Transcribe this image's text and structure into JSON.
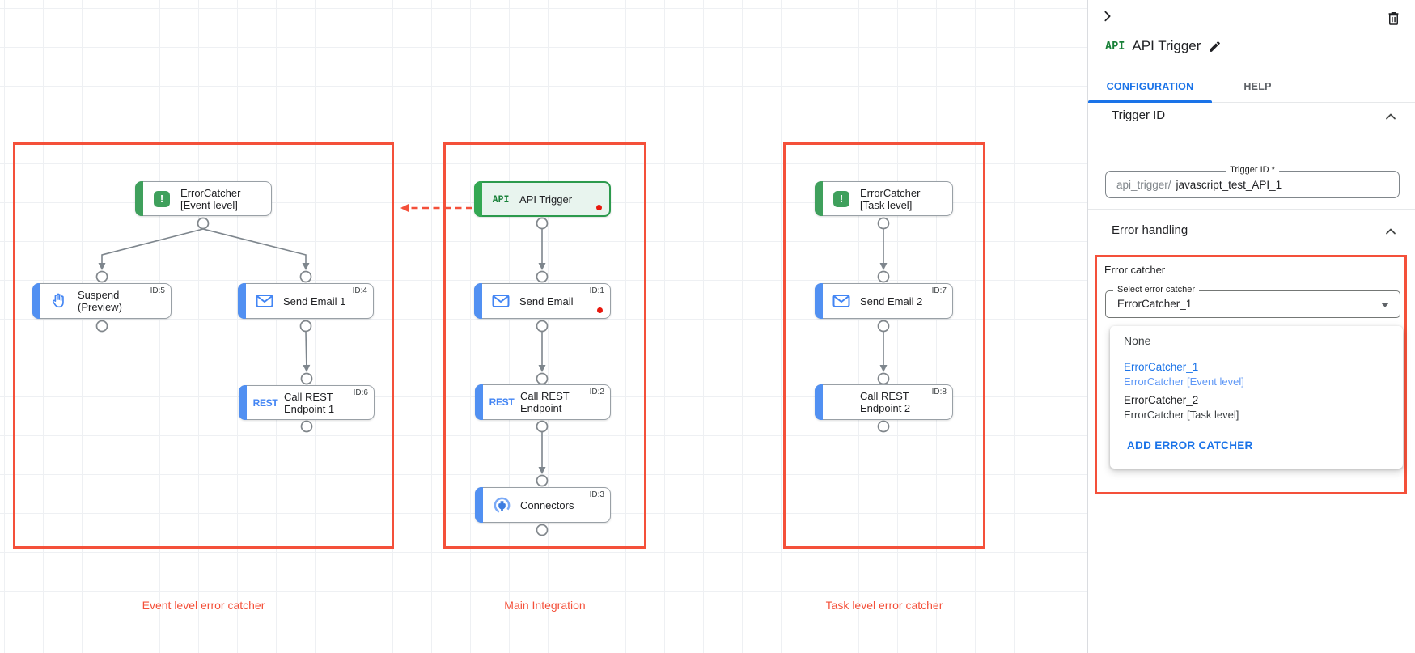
{
  "colors": {
    "accent_blue": "#4285f4",
    "green": "#34a853",
    "api_green": "#188038",
    "link_blue": "#1a73e8",
    "highlight_red": "#f4503a",
    "alert_dot_red": "#e8170d"
  },
  "canvas": {
    "regions": [
      {
        "label": "Event level error catcher"
      },
      {
        "label": "Main Integration"
      },
      {
        "label": "Task level error catcher"
      }
    ],
    "nodes": [
      {
        "label": "ErrorCatcher\n[Event level]",
        "icon_text": "!"
      },
      {
        "label": "Suspend\n(Preview)",
        "badge": "ID:5"
      },
      {
        "label": "Send Email 1",
        "badge": "ID:4"
      },
      {
        "label": "Call REST\nEndpoint 1",
        "badge": "ID:6",
        "icon_text": "REST"
      },
      {
        "label": "API Trigger",
        "icon_text": "API"
      },
      {
        "label": "Send Email",
        "badge": "ID:1"
      },
      {
        "label": "Call REST\nEndpoint",
        "badge": "ID:2",
        "icon_text": "REST"
      },
      {
        "label": "Connectors",
        "badge": "ID:3"
      },
      {
        "label": "ErrorCatcher\n[Task level]",
        "icon_text": "!"
      },
      {
        "label": "Send Email 2",
        "badge": "ID:7"
      },
      {
        "label": "Call REST\nEndpoint 2",
        "badge": "ID:8"
      }
    ]
  },
  "panel": {
    "logo_text": "API",
    "title": "API Trigger",
    "tabs": [
      {
        "label": "CONFIGURATION"
      },
      {
        "label": "HELP"
      }
    ],
    "trigger_id_section": {
      "heading": "Trigger ID",
      "field_label": "Trigger ID *",
      "prefix": "api_trigger/",
      "value": "javascript_test_API_1"
    },
    "error_handling_section": {
      "heading": "Error handling",
      "group_label": "Error catcher",
      "select_label": "Select error catcher",
      "select_value": "ErrorCatcher_1",
      "menu_items": [
        {
          "name": "None",
          "desc": ""
        },
        {
          "name": "ErrorCatcher_1",
          "desc": "ErrorCatcher [Event level]"
        },
        {
          "name": "ErrorCatcher_2",
          "desc": "ErrorCatcher [Task level]"
        }
      ],
      "add_button_label": "ADD ERROR CATCHER"
    }
  }
}
